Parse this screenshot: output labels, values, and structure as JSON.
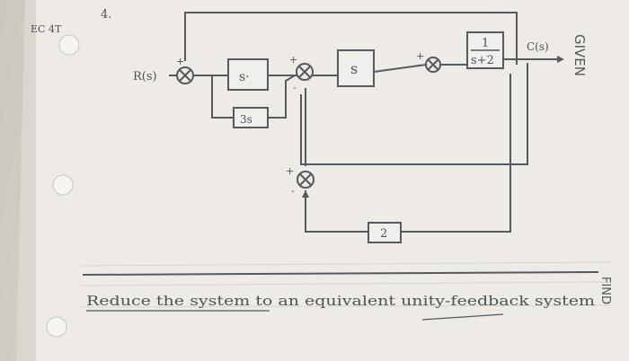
{
  "problem_number": "4.",
  "margin_note": "EC 4T",
  "side_label_given": "GIVEN",
  "side_label_find": "FIND",
  "diagram": {
    "input_label": "R(s)",
    "output_label": "C(s)",
    "block_s": "s",
    "block_s_dot": "s·",
    "block_3s": "3s",
    "block_tf_numerator": "1",
    "block_tf_denominator": "s+2",
    "block_gain": "2",
    "sum_signs": [
      "+",
      "+",
      "-",
      "+",
      "+",
      "-"
    ]
  },
  "instruction": "Reduce the system to an equivalent unity-feedback system"
}
